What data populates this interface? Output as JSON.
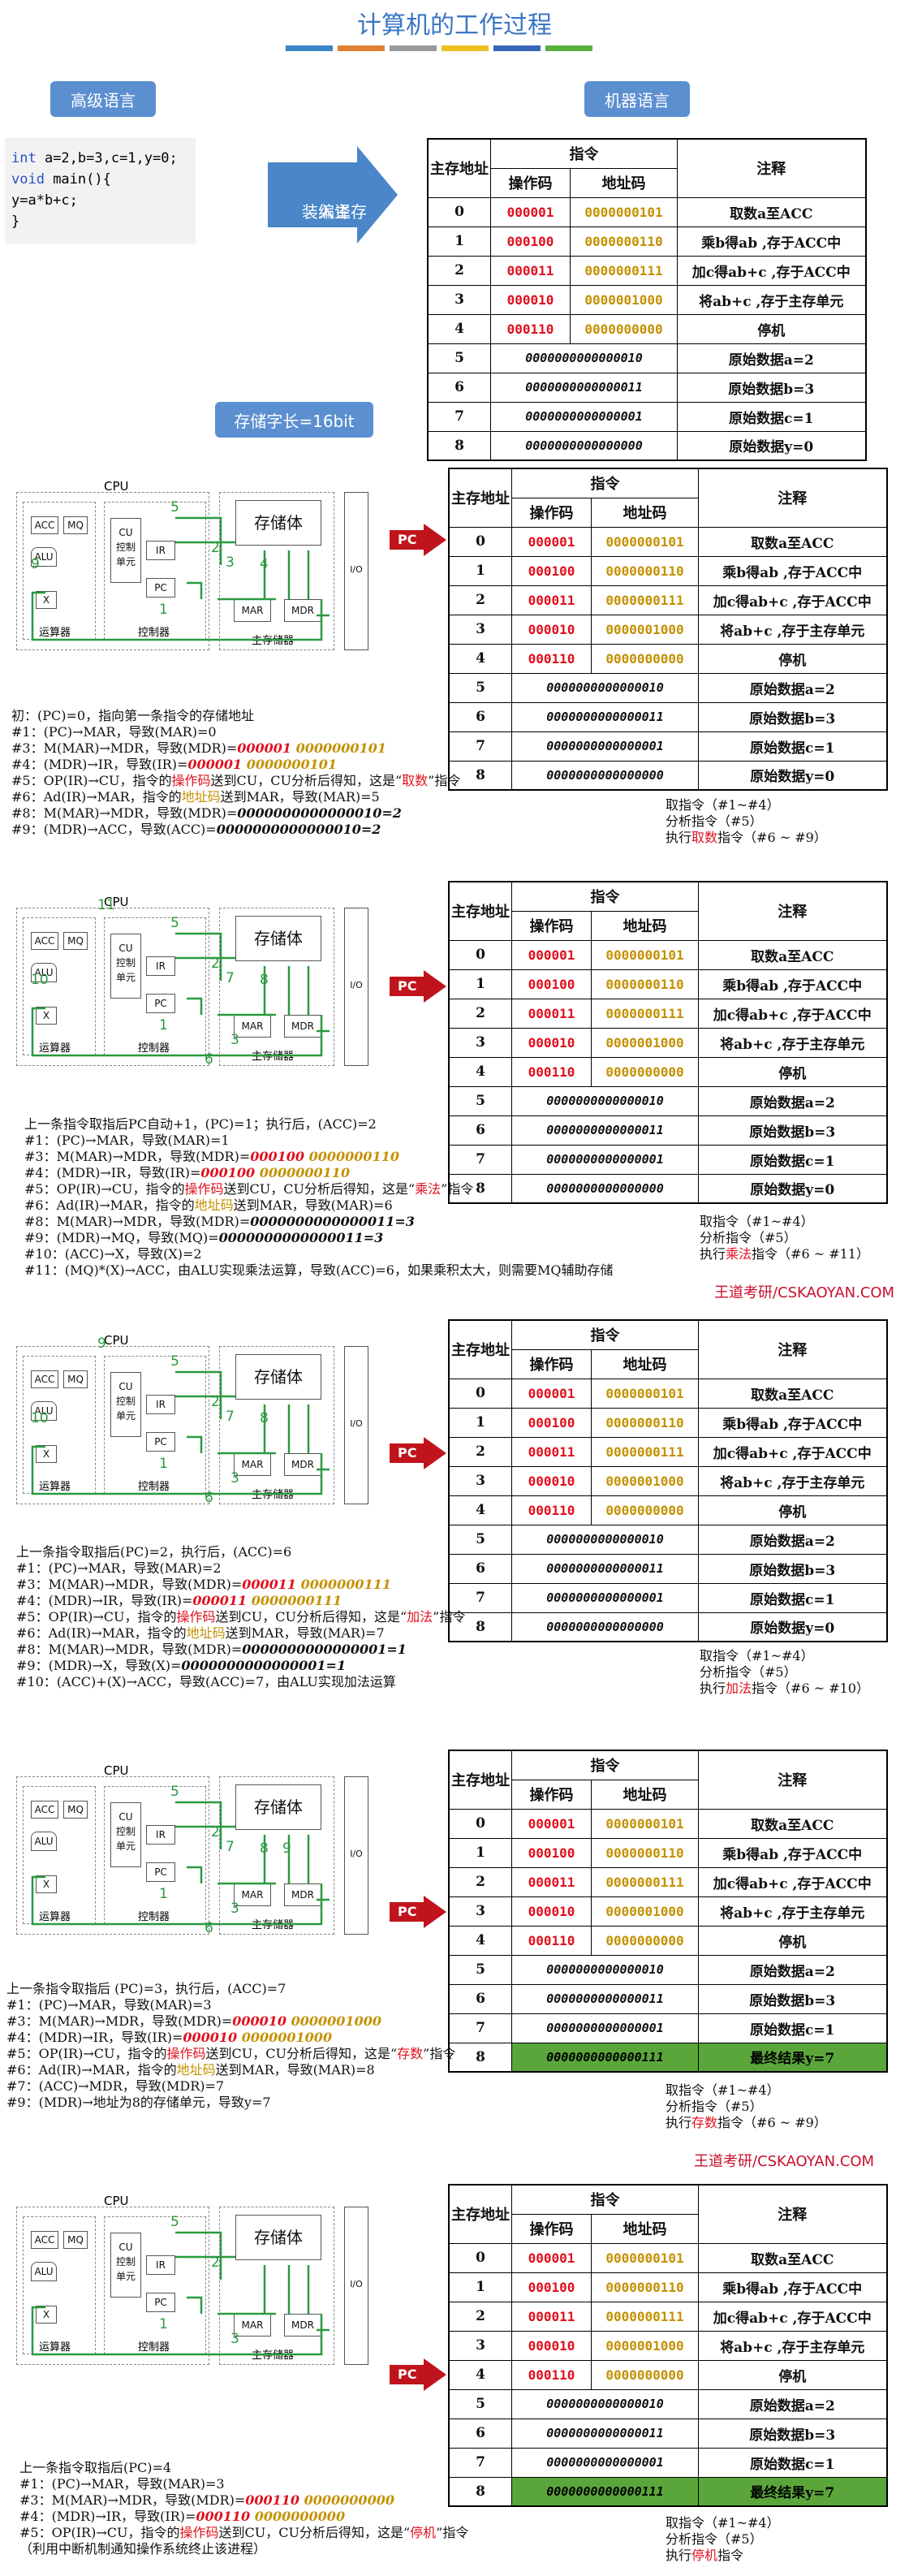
{
  "title": "计算机的工作过程",
  "colors": {
    "bar1": "#3a86c8",
    "bar2": "#e08030",
    "bar3": "#9a9a9a",
    "bar4": "#f0c020",
    "bar5": "#3a66b8",
    "bar6": "#5ab040"
  },
  "bubbles": {
    "high_level": "高级语言",
    "machine_lang": "机器语言",
    "word_len": "存储字长=16bit"
  },
  "compile_arrow": {
    "line1": "编译",
    "line2": "装入主存"
  },
  "code": {
    "l1_kw": "int",
    "l1_rest": " a=2,b=3,c=1,y=0;",
    "l2_kw": "void",
    "l2_rest": " main(){",
    "l3": "  y=a*b+c;",
    "l4": "}"
  },
  "table": {
    "h_addr": "主存地址",
    "h_instr": "指令",
    "h_op": "操作码",
    "h_ad": "地址码",
    "h_note": "注释",
    "rows": [
      {
        "addr": "0",
        "op": "000001",
        "ad": "0000000101",
        "note": "取数a至ACC"
      },
      {
        "addr": "1",
        "op": "000100",
        "ad": "0000000110",
        "note": "乘b得ab ,存于ACC中"
      },
      {
        "addr": "2",
        "op": "000011",
        "ad": "0000000111",
        "note": "加c得ab+c ,存于ACC中"
      },
      {
        "addr": "3",
        "op": "000010",
        "ad": "0000001000",
        "note": "将ab+c ,存于主存单元"
      },
      {
        "addr": "4",
        "op": "000110",
        "ad": "0000000000",
        "note": "停机"
      },
      {
        "addr": "5",
        "data": "0000000000000010",
        "note": "原始数据a=2"
      },
      {
        "addr": "6",
        "data": "0000000000000011",
        "note": "原始数据b=3"
      },
      {
        "addr": "7",
        "data": "0000000000000001",
        "note": "原始数据c=1"
      },
      {
        "addr": "8",
        "data": "0000000000000000",
        "note": "原始数据y=0"
      }
    ],
    "final_row": {
      "addr": "8",
      "data": "0000000000000111",
      "note": "最终结果y=7"
    }
  },
  "cpu": {
    "cpu": "CPU",
    "acc": "ACC",
    "mq": "MQ",
    "alu": "ALU",
    "x": "X",
    "cu": "CU",
    "cu2": "控制",
    "cu3": "单元",
    "ir": "IR",
    "pc": "PC",
    "mar": "MAR",
    "mdr": "MDR",
    "mem": "存储体",
    "main_mem": "主存储器",
    "calc": "运算器",
    "ctrl": "控制器",
    "io": "I/O"
  },
  "pc_label": "PC",
  "side": {
    "fetch": "取指令（#1~#4）",
    "analyze": "分析指令（#5）",
    "exec_pre": "执行",
    "exec_post": "指令",
    "fetch_only": "指令"
  },
  "watermark": "王道考研/CSKAOYAN.COM",
  "s1": {
    "kw": "取数",
    "range": "（#6 ~ #9）",
    "l0": "初：(PC)=0，指向第一条指令的存储地址",
    "l1": "#1：(PC)→MAR，导致(MAR)=0",
    "l2a": "#3：M(MAR)→MDR，导致(MDR)=",
    "l2b": "000001",
    "l2c": " 0000000101",
    "l3a": "#4：(MDR)→IR，导致(IR)=",
    "l3b": "000001",
    "l3c": " 0000000101",
    "l4a": "#5：OP(IR)→CU，指令的",
    "l4b": "操作码",
    "l4c": "送到CU，CU分析后得知，这是“",
    "l4d": "取数",
    "l4e": "”指令",
    "l5a": "#6：Ad(IR)→MAR，指令的",
    "l5b": "地址码",
    "l5c": "送到MAR，导致(MAR)=5",
    "l6a": "#8：M(MAR)→MDR，导致(MDR)=",
    "l6b": "0000000000000010=2",
    "l7a": "#9：(MDR)→ACC，导致(ACC)=",
    "l7b": "0000000000000010=2"
  },
  "s2": {
    "kw": "乘法",
    "range": "（#6 ~ #11）",
    "l0": "上一条指令取指后PC自动+1，(PC)=1；执行后，(ACC)=2",
    "l1": "#1：(PC)→MAR，导致(MAR)=1",
    "l2a": "#3：M(MAR)→MDR，导致(MDR)=",
    "l2b": "000100",
    "l2c": " 0000000110",
    "l3a": "#4：(MDR)→IR，导致(IR)=",
    "l3b": "000100",
    "l3c": " 0000000110",
    "l4a": "#5：OP(IR)→CU，指令的",
    "l4b": "操作码",
    "l4c": "送到CU，CU分析后得知，这是“",
    "l4d": "乘法",
    "l4e": "”指令",
    "l5a": "#6：Ad(IR)→MAR，指令的",
    "l5b": "地址码",
    "l5c": "送到MAR，导致(MAR)=6",
    "l6a": "#8：M(MAR)→MDR，导致(MDR)=",
    "l6b": "0000000000000011=3",
    "l7a": "#9：(MDR)→MQ，导致(MQ)=",
    "l7b": "0000000000000011=3",
    "l8": "#10：(ACC)→X，导致(X)=2",
    "l9": "#11：(MQ)*(X)→ACC，由ALU实现乘法运算，导致(ACC)=6，如果乘积太大，则需要MQ辅助存储"
  },
  "s3": {
    "kw": "加法",
    "range": "（#6 ~ #10）",
    "l0": "上一条指令取指后(PC)=2，执行后，(ACC)=6",
    "l1": "#1：(PC)→MAR，导致(MAR)=2",
    "l2a": "#3：M(MAR)→MDR，导致(MDR)=",
    "l2b": "000011",
    "l2c": " 0000000111",
    "l3a": "#4：(MDR)→IR，导致(IR)=",
    "l3b": "000011",
    "l3c": " 0000000111",
    "l4a": "#5：OP(IR)→CU，指令的",
    "l4b": "操作码",
    "l4c": "送到CU，CU分析后得知，这是“",
    "l4d": "加法",
    "l4e": "”指令",
    "l5a": "#6：Ad(IR)→MAR，指令的",
    "l5b": "地址码",
    "l5c": "送到MAR，导致(MAR)=7",
    "l6a": "#8：M(MAR)→MDR，导致(MDR)=",
    "l6b": "0000000000000001=1",
    "l7a": "#9：(MDR)→X，导致(X)=",
    "l7b": "0000000000000001=1",
    "l8": "#10：(ACC)+(X)→ACC，导致(ACC)=7，由ALU实现加法运算"
  },
  "s4": {
    "kw": "存数",
    "range": "（#6 ~ #9）",
    "l0": "上一条指令取指后 (PC)=3，执行后，(ACC)=7",
    "l1": "#1：(PC)→MAR，导致(MAR)=3",
    "l2a": "#3：M(MAR)→MDR，导致(MDR)=",
    "l2b": "000010",
    "l2c": " 0000001000",
    "l3a": "#4：(MDR)→IR，导致(IR)=",
    "l3b": "000010",
    "l3c": " 0000001000",
    "l4a": "#5：OP(IR)→CU，指令的",
    "l4b": "操作码",
    "l4c": "送到CU，CU分析后得知，这是“",
    "l4d": "存数",
    "l4e": "”指令",
    "l5a": "#6：Ad(IR)→MAR，指令的",
    "l5b": "地址码",
    "l5c": "送到MAR，导致(MAR)=8",
    "l6": "#7：(ACC)→MDR，导致(MDR)=7",
    "l7": "#9：(MDR)→地址为8的存储单元，导致y=7"
  },
  "s5": {
    "kw": "停机",
    "l0": "上一条指令取指后(PC)=4",
    "l1": "#1：(PC)→MAR，导致(MAR)=3",
    "l2a": "#3：M(MAR)→MDR，导致(MDR)=",
    "l2b": "000110",
    "l2c": " 0000000000",
    "l3a": "#4：(MDR)→IR，导致(IR)=",
    "l3b": "000110",
    "l3c": " 0000000000",
    "l4a": "#5：OP(IR)→CU，指令的",
    "l4b": "操作码",
    "l4c": "送到CU，CU分析后得知，这是“",
    "l4d": "停机",
    "l4e": "”指令",
    "l5": "（利用中断机制通知操作系统终止该进程）"
  }
}
